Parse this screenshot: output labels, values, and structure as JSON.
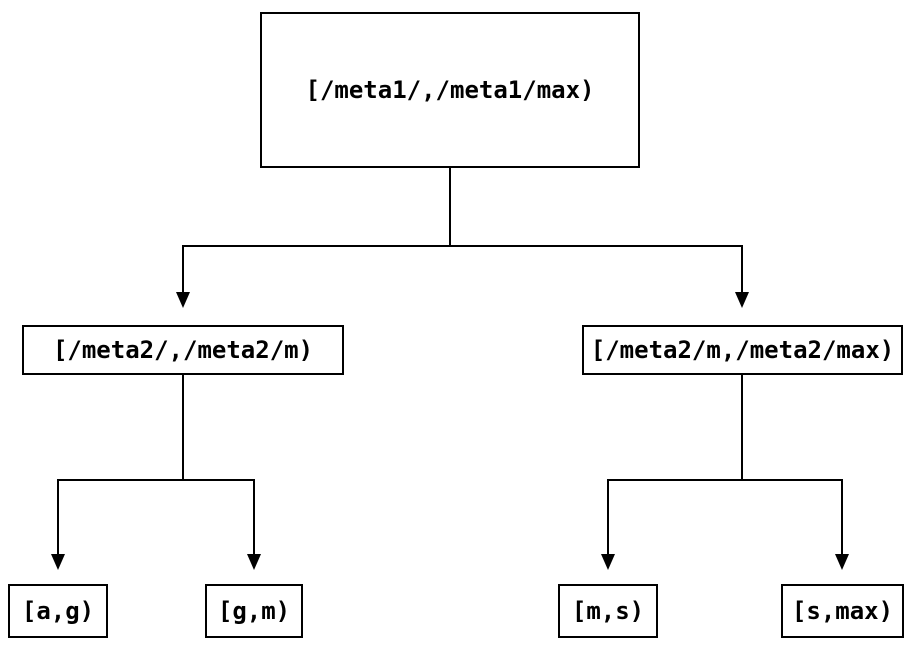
{
  "diagram": {
    "type": "tree",
    "background_color": "#ffffff",
    "line_color": "#000000",
    "box_border_color": "#000000",
    "text_color": "#000000",
    "nodes": [
      {
        "id": "root",
        "label": "[/meta1/,/meta1/max)"
      },
      {
        "id": "left-mid",
        "label": "[/meta2/,/meta2/m)"
      },
      {
        "id": "right-mid",
        "label": "[/meta2/m,/meta2/max)"
      },
      {
        "id": "leaf-ag",
        "label": "[a,g)"
      },
      {
        "id": "leaf-gm",
        "label": "[g,m)"
      },
      {
        "id": "leaf-ms",
        "label": "[m,s)"
      },
      {
        "id": "leaf-smax",
        "label": "[s,max)"
      }
    ],
    "edges": [
      {
        "from": "root",
        "to": "left-mid"
      },
      {
        "from": "root",
        "to": "right-mid"
      },
      {
        "from": "left-mid",
        "to": "leaf-ag"
      },
      {
        "from": "left-mid",
        "to": "leaf-gm"
      },
      {
        "from": "right-mid",
        "to": "leaf-ms"
      },
      {
        "from": "right-mid",
        "to": "leaf-smax"
      }
    ]
  }
}
